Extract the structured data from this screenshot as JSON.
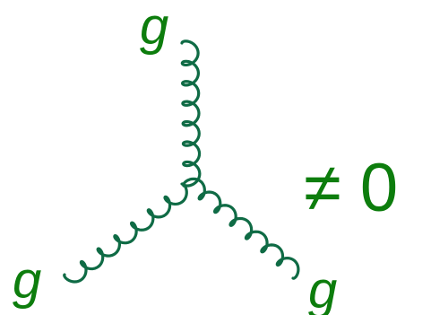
{
  "diagram": {
    "particles": {
      "top": "g",
      "left": "g",
      "right": "g"
    },
    "relation": "≠ 0",
    "colors": {
      "line": "#0f6b45",
      "text": "#0d7d0d"
    }
  }
}
